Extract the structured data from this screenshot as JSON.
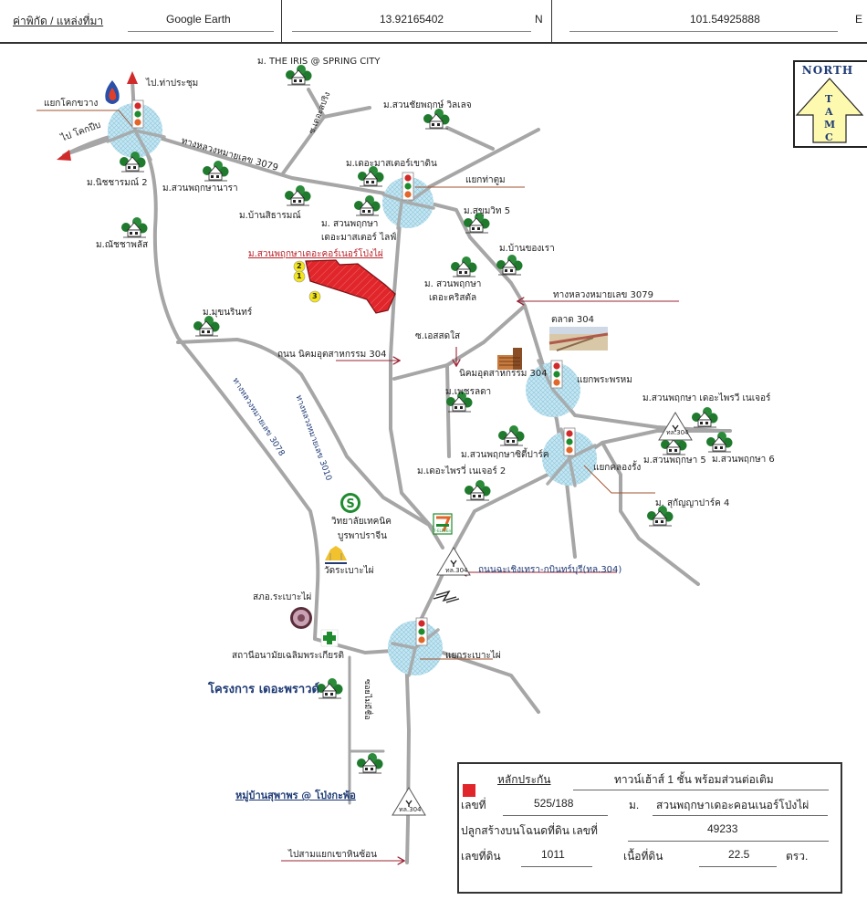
{
  "header": {
    "coord_label": "ค่าพิกัด / แหล่งที่มา",
    "source": "Google Earth",
    "latitude": "13.92165402",
    "lat_dir": "N",
    "longitude": "101.54925888",
    "lon_dir": "E"
  },
  "north_arrow": {
    "title": "NORTH",
    "letters": [
      "T",
      "A",
      "M",
      "C"
    ]
  },
  "colors": {
    "road": "#a6a6a6",
    "intersection": "#bfe3f0",
    "subject": "#e0262b",
    "pointer": "#9b2335",
    "label_blue": "#1f3b75"
  },
  "icons": {
    "traffic_light": "traffic-light-icon",
    "village": "house-trees-icon",
    "highway_shield": "highway-shield-icon",
    "gas_station": "gas-station-icon",
    "school": "school-s-icon",
    "temple": "temple-icon",
    "police": "police-seal-icon",
    "health": "green-cross-icon",
    "store": "seven-eleven-icon",
    "market": "market-photo-icon",
    "factory": "factory-building-icon"
  },
  "labels": {
    "to_tha_prachum": "ไป.ท่าประชุม",
    "khok_khwang_junction": "แยกโคกขวาง",
    "to_khok_pip": "ไป โคกปีบ",
    "nitcharam_2": "ม.นิชชารมณ์ 2",
    "suan_phruksa_nara": "ม.สวนพฤกษานารา",
    "natcha_phan": "ม.ณัชชาพลัส",
    "iris_spring_city": "ม. THE IRIS @ SPRING CITY",
    "soi_spring": "ซ.เดอะสปริง",
    "suan_chai_village": "ม.สวนชัยพฤกษ์ วิลเลจ",
    "hwy_3079_top": "ทางหลวงหมายเลข 3079",
    "master_khao_din": "ม.เดอะมาสเตอร์เขาดิน",
    "tha_toom_junction": "แยกท่าตูม",
    "ban_sitharom": "ม.บ้านสิธารมณ์",
    "suan_phruksa_master_life_1": "ม. สวนพฤกษา",
    "suan_phruksa_master_life_2": "เดอะมาสเตอร์ ไลฟ์",
    "sukhumvit_5": "ม.สุขุมวิท 5",
    "ban_khong_rao": "ม.บ้านของเรา",
    "subject_village": "ม.สวนพฤกษาเดอะคอร์เนอร์โป่งไผ่",
    "marker_1": "1",
    "marker_2": "2",
    "marker_3": "3",
    "suan_phruksa_crystal_1": "ม. สวนพฤกษา",
    "suan_phruksa_crystal_2": "เดอะคริสตัล",
    "hwy_3079_right": "ทางหลวงหมายเลข 3079",
    "mukhon_rin": "ม.มุขนรินทร์",
    "industrial_road_304": "ถนน นิคมอุตสาหกรรม 304",
    "soi_es_sadsai": "ซ.เอสสดใส",
    "market_304": "ตลาด 304",
    "industrial_estate_304": "นิคมอุตสาหกรรม 304",
    "phra_phrom_junction": "แยกพระพรหม",
    "phetlada": "ม.เพชรลดา",
    "prairie_nature": "ม.สวนพฤกษา เดอะไพรวี เนเจอร์",
    "hwy_304_shield_1": "ทล.304",
    "suan_phruksa_city_park": "ม.สวนพฤกษาซิตี้ปาร์ค",
    "khlong_rang_junction": "แยกคลองรั้ง",
    "suan_phruksa_5": "ม.สวนพฤกษา 5",
    "suan_phruksa_6": "ม.สวนพฤกษา 6",
    "prairie_nature_2": "ม.เดอะไพรวี่ เนเจอร์ 2",
    "sukanya_park_4": "ม. สุกัญญาปาร์ค 4",
    "hwy_3078": "ทางหลวงหมายเลข 3078",
    "hwy_3010": "ทางหลวงหมายเลข 3010",
    "tech_college_1": "วิทยาลัยเทคนิค",
    "tech_college_2": "บูรพาปราจีน",
    "wat_rabao_phai": "วัดระเบาะไผ่",
    "hwy_304_shield_2": "ทล.304",
    "chachoengsao_kabin_road": "ถนนฉะเชิงเทรา-กบินทร์บุรี(ทล.304)",
    "police_rabao_phai": "สภอ.ระเบาะไผ่",
    "health_station": "สถานีอนามัยเฉลิมพระเกียรติ",
    "rabao_phai_junction": "แยกระเบาะไผ่",
    "the_palm_project": "โครงการ เดอะพราวด์",
    "unnamed_soi": "ซอยไม่มีชื่อ",
    "suphaphon_village": "หมู่บ้านสุพาพร @ โป่งกะพ้อ",
    "hwy_304_shield_3": "ทล.304",
    "to_khao_hin_son": "ไปสามแยกเขาหินซ้อน",
    "seven_eleven": "7-ELEVEn"
  },
  "info": {
    "collateral_label": "หลักประกัน",
    "collateral_value": "ทาวน์เฮ้าส์ 1 ชั้น พร้อมส่วนต่อเติม",
    "house_no_label": "เลขที่",
    "house_no_value": "525/188",
    "village_prefix": "ม.",
    "village_value": "สวนพฤกษาเดอะคอนเนอร์โป่งไผ่",
    "deed_label": "ปลูกสร้างบนโฉนดที่ดิน เลขที่",
    "deed_value": "49233",
    "land_no_label": "เลขที่ดิน",
    "land_no_value": "1011",
    "area_label": "เนื้อที่ดิน",
    "area_value": "22.5",
    "area_unit": "ตรว."
  }
}
